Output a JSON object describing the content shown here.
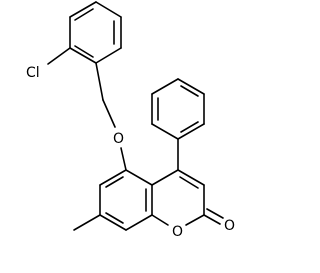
{
  "structure": {
    "atom_labels": {
      "chlorine": "Cl",
      "ether_oxygen": "O",
      "ring_oxygen": "O",
      "carbonyl_oxygen": "O"
    }
  }
}
